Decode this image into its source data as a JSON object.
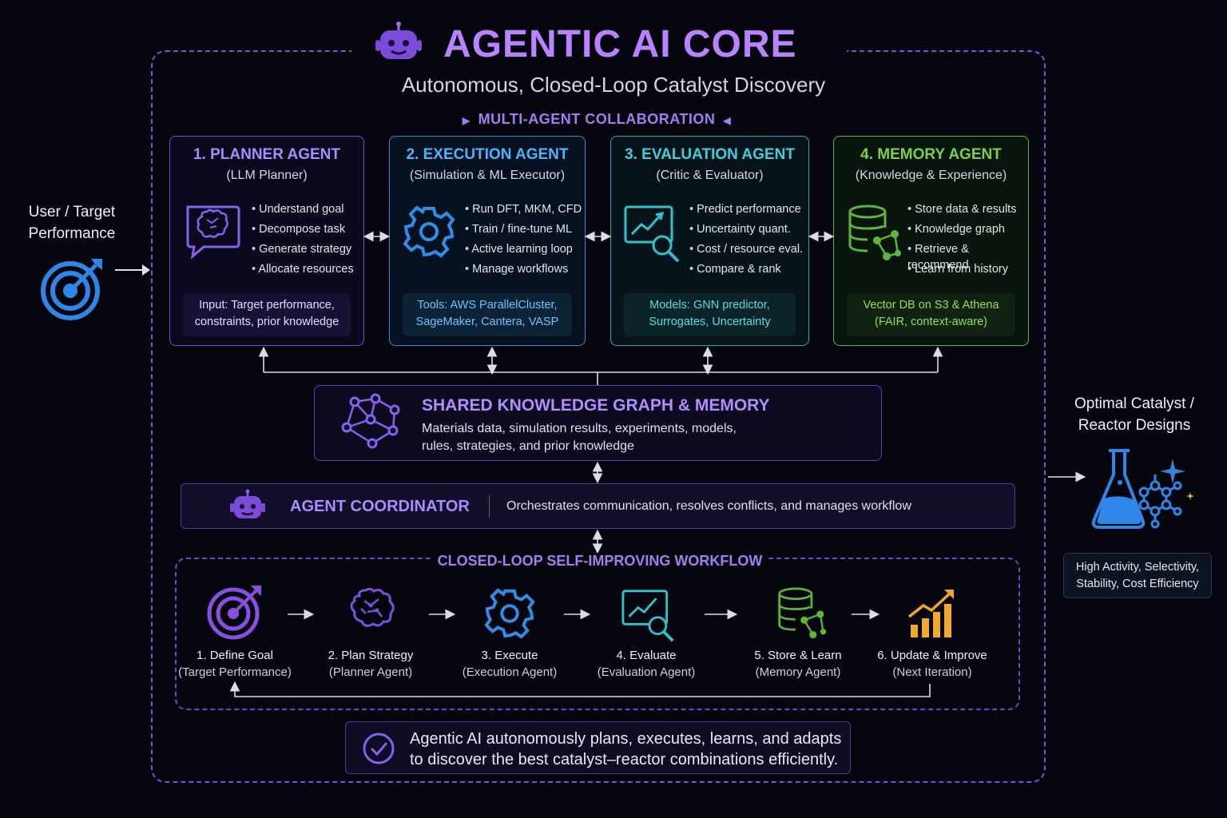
{
  "header": {
    "title": "AGENTIC AI CORE",
    "subtitle": "Autonomous, Closed-Loop Catalyst Discovery",
    "collab_label": "MULTI-AGENT COLLABORATION"
  },
  "input": {
    "label_line1": "User / Target",
    "label_line2": "Performance",
    "icon": "target-icon"
  },
  "output": {
    "label_line1": "Optimal Catalyst /",
    "label_line2": "Reactor Designs",
    "icon": "flask-molecule-icon",
    "note_line1": "High Activity, Selectivity,",
    "note_line2": "Stability, Cost Efficiency"
  },
  "agents": [
    {
      "name": "1. PLANNER AGENT",
      "subtitle": "(LLM Planner)",
      "icon": "brain-chat-icon",
      "bullets": [
        "Understand goal",
        "Decompose task",
        "Generate strategy",
        "Allocate resources"
      ],
      "note_line1": "Input: Target performance,",
      "note_line2": "constraints, prior knowledge",
      "color": "#a98cff"
    },
    {
      "name": "2. EXECUTION AGENT",
      "subtitle": "(Simulation & ML Executor)",
      "icon": "gear-icon",
      "bullets": [
        "Run DFT, MKM, CFD",
        "Train / fine-tune ML",
        "Active learning loop",
        "Manage workflows"
      ],
      "note_line1": "Tools: AWS ParallelCluster,",
      "note_line2": "SageMaker, Cantera, VASP",
      "color": "#4db3ff"
    },
    {
      "name": "3. EVALUATION AGENT",
      "subtitle": "(Critic & Evaluator)",
      "icon": "chart-magnifier-icon",
      "bullets": [
        "Predict performance",
        "Uncertainty quant.",
        "Cost / resource eval.",
        "Compare & rank"
      ],
      "note_line1": "Models: GNN predictor,",
      "note_line2": "Surrogates, Uncertainty",
      "color": "#3fd0df"
    },
    {
      "name": "4. MEMORY AGENT",
      "subtitle": "(Knowledge & Experience)",
      "icon": "database-graph-icon",
      "bullets": [
        "Store data & results",
        "Knowledge graph",
        "Retrieve & recommend",
        "Learn from history"
      ],
      "note_line1": "Vector DB on S3 & Athena",
      "note_line2": "(FAIR, context-aware)",
      "color": "#79d24a"
    }
  ],
  "knowledge": {
    "title": "SHARED KNOWLEDGE GRAPH & MEMORY",
    "desc_line1": "Materials data, simulation results, experiments, models,",
    "desc_line2": "rules, strategies, and prior knowledge",
    "icon": "network-graph-icon"
  },
  "coordinator": {
    "title": "AGENT COORDINATOR",
    "desc": "Orchestrates communication, resolves conflicts, and manages workflow",
    "icon": "robot-icon"
  },
  "workflow": {
    "title": "CLOSED-LOOP SELF-IMPROVING WORKFLOW",
    "steps": [
      {
        "name": "1. Define Goal",
        "sub": "(Target Performance)",
        "icon": "target-icon"
      },
      {
        "name": "2. Plan Strategy",
        "sub": "(Planner Agent)",
        "icon": "brain-icon"
      },
      {
        "name": "3. Execute",
        "sub": "(Execution Agent)",
        "icon": "gear-icon"
      },
      {
        "name": "4. Evaluate",
        "sub": "(Evaluation Agent)",
        "icon": "chart-magnifier-icon"
      },
      {
        "name": "5. Store & Learn",
        "sub": "(Memory Agent)",
        "icon": "database-graph-icon"
      },
      {
        "name": "6. Update & Improve",
        "sub": "(Next Iteration)",
        "icon": "bar-chart-up-icon"
      }
    ]
  },
  "summary": {
    "line1": "Agentic AI autonomously plans, executes, learns, and adapts",
    "line2": "to discover the best catalyst–reactor combinations efficiently.",
    "icon": "check-circle-icon"
  }
}
